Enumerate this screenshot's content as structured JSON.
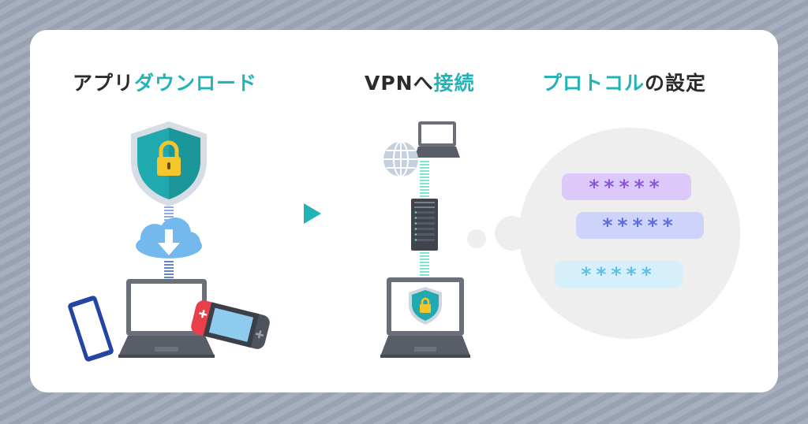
{
  "steps": [
    {
      "title_plain": "アプリ",
      "title_accent": "ダウンロード",
      "title_tail": ""
    },
    {
      "title_plain": "VPNへ",
      "title_accent": "接続",
      "title_tail": ""
    },
    {
      "title_plain": "",
      "title_accent": "プロトコル",
      "title_tail": "の設定"
    }
  ],
  "passwords": [
    "*****",
    "*****",
    "*****"
  ],
  "colors": {
    "accent": "#21b3b8",
    "card": "#ffffff",
    "background": "#a3abba",
    "password_1": "#8b57d9",
    "password_2": "#5b6de0",
    "password_3": "#5fc0e6"
  },
  "icons": [
    "shield-lock-icon",
    "cloud-download-icon",
    "laptop-icon",
    "smartphone-icon",
    "game-console-icon",
    "next-arrow-icon",
    "globe-icon",
    "server-icon",
    "speech-bubble-icon"
  ]
}
